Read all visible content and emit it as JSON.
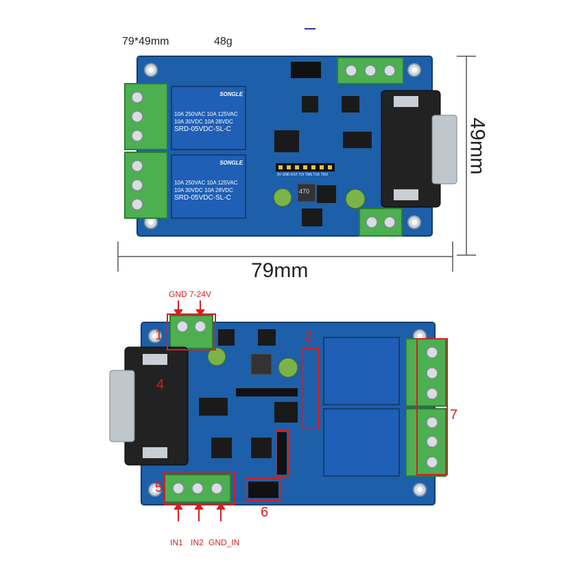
{
  "spec": {
    "size": "79*49mm",
    "weight": "48g"
  },
  "dimensions": {
    "width": "79mm",
    "height": "49mm"
  },
  "relay": {
    "brand": "SONGLE",
    "ratings": [
      "10A 250VAC  10A 125VAC",
      "10A  30VDC  10A  28VDC"
    ],
    "model": "SRD-05VDC-SL-C"
  },
  "capacitor_label": "470",
  "header_label": "5V GND RST TDI TMS TCK TDO",
  "callouts": {
    "power": "GND 7-24V",
    "inputs": [
      "IN1",
      "IN2",
      "GND_IN"
    ],
    "numbers": [
      "1",
      "2",
      "4",
      "5",
      "6",
      "7"
    ]
  },
  "colors": {
    "pcb": "#1d5fa8",
    "terminal": "#4caf50",
    "relay": "#1f5fb5",
    "callout": "#d32020"
  }
}
